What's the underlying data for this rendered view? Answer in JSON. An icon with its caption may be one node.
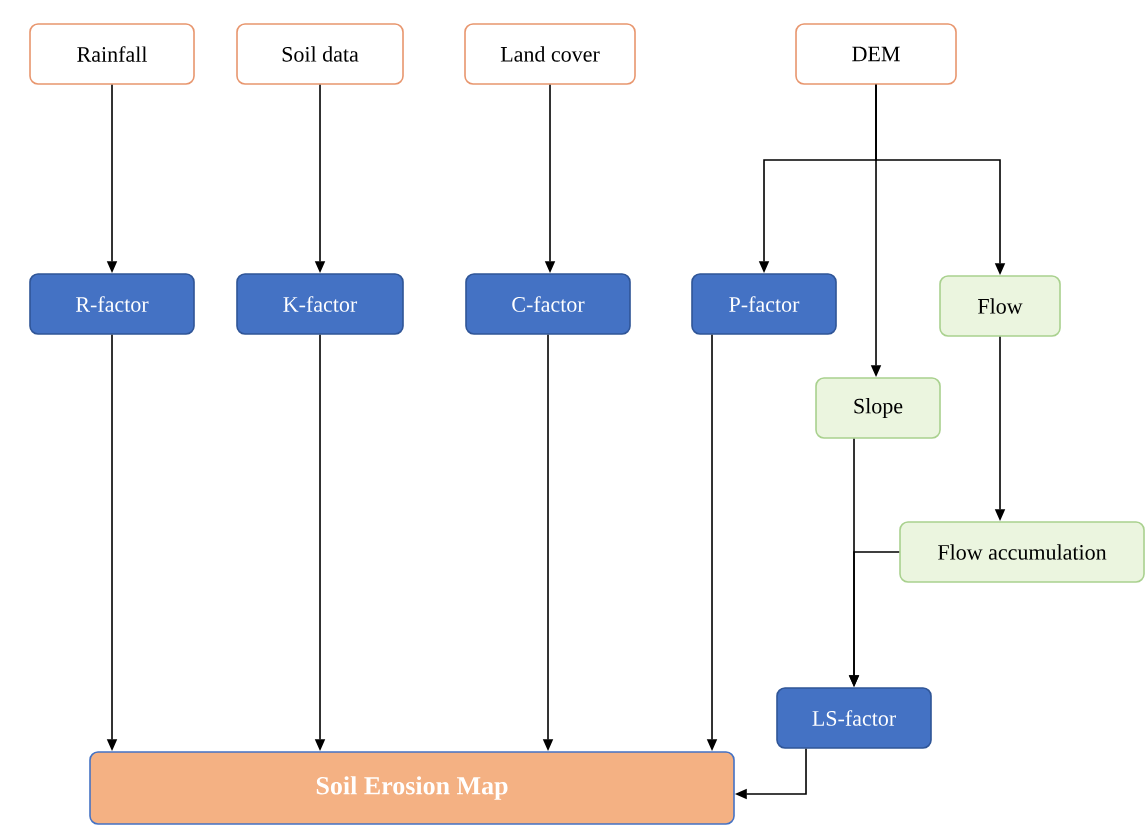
{
  "diagram": {
    "nodes": [
      {
        "text": [
          "Rainfall"
        ]
      },
      {
        "text": [
          "Soil data"
        ]
      },
      {
        "text": [
          "Land cover"
        ]
      },
      {
        "text": [
          "DEM"
        ]
      },
      {
        "text": [
          "R-factor"
        ]
      },
      {
        "text": [
          "K-factor"
        ]
      },
      {
        "text": [
          "C-factor"
        ]
      },
      {
        "text": [
          "P-factor"
        ]
      },
      {
        "text": [
          "Flow"
        ]
      },
      {
        "text": [
          "Slope"
        ]
      },
      {
        "text": [
          "Flow accumulation"
        ]
      },
      {
        "text": [
          "LS-factor"
        ]
      },
      {
        "text": [
          "Soil Erosion Map"
        ]
      }
    ],
    "edges": [
      {
        "from": 0,
        "to": 4,
        "arrow": "to"
      },
      {
        "from": 1,
        "to": 5,
        "arrow": "to"
      },
      {
        "from": 2,
        "to": 6,
        "arrow": "to"
      },
      {
        "from": 3,
        "to": 7,
        "arrow": "to"
      },
      {
        "from": 3,
        "to": 9,
        "arrow": "to"
      },
      {
        "from": 3,
        "to": 8,
        "arrow": "to"
      },
      {
        "from": 4,
        "to": 12,
        "arrow": "to"
      },
      {
        "from": 5,
        "to": 12,
        "arrow": "to"
      },
      {
        "from": 6,
        "to": 12,
        "arrow": "to"
      },
      {
        "from": 7,
        "to": 12,
        "arrow": "to"
      },
      {
        "from": 8,
        "to": 10,
        "arrow": "to"
      },
      {
        "from": 9,
        "to": 11,
        "arrow": "to"
      },
      {
        "from": 10,
        "to": 11,
        "arrow": "to"
      },
      {
        "from": 11,
        "to": 12,
        "arrow": "to"
      }
    ]
  }
}
